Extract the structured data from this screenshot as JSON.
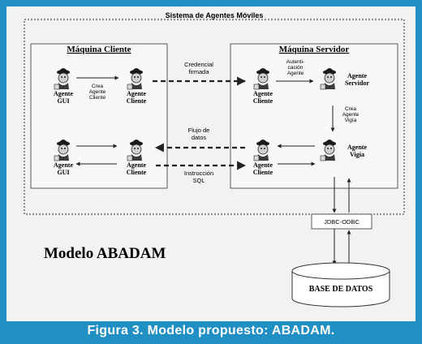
{
  "system_title": "Sistema de Agentes Móviles",
  "client_machine": {
    "title": "Máquina Cliente"
  },
  "server_machine": {
    "title": "Máquina Servidor"
  },
  "agents": {
    "gui_top": [
      "Agente",
      "GUI"
    ],
    "client_top": [
      "Agente",
      "Cliente"
    ],
    "gui_bottom": [
      "Agente",
      "GUI"
    ],
    "client_bottom": [
      "Agente",
      "Cliente"
    ],
    "server_client_top": [
      "Agente",
      "Cliente"
    ],
    "server_agent": [
      "Agente",
      "Servidor"
    ],
    "server_client_bottom": [
      "Agente",
      "Cliente"
    ],
    "vigia": [
      "Agente",
      "Vigía"
    ]
  },
  "labels": {
    "crea_agente_cliente": [
      "Crea",
      "Agente",
      "Cliente"
    ],
    "credencial": [
      "Credencial",
      "firmada"
    ],
    "autenticacion": [
      "Autenti-",
      "cación",
      "Agente"
    ],
    "crea_agente_vigia": [
      "Crea",
      "Agente",
      "Vigía"
    ],
    "flujo": [
      "Flujo de",
      "datos"
    ],
    "instruccion": [
      "Instrucción",
      "SQL"
    ]
  },
  "jdbc": "JDBC-ODBC",
  "model_title": "Modelo ABADAM",
  "database": "BASE DE DATOS",
  "caption": "Figura 3. Modelo propuesto: ABADAM."
}
